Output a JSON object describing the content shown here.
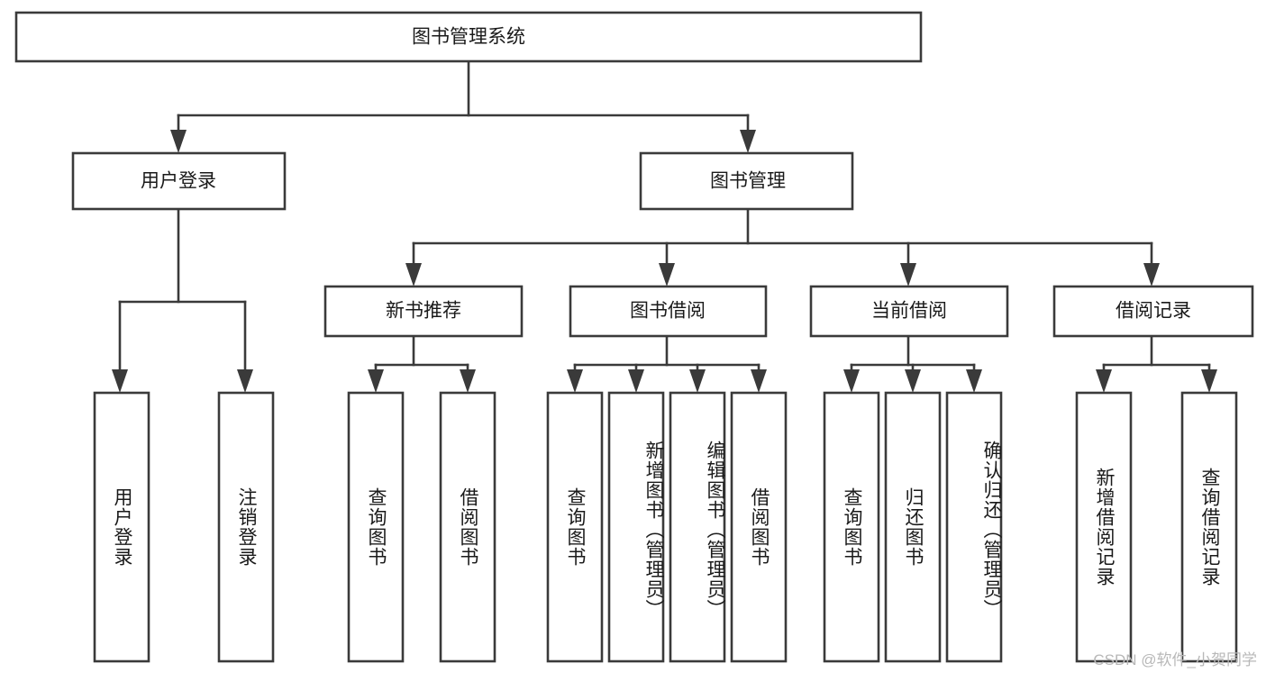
{
  "diagram": {
    "type": "tree",
    "title": "图书管理系统",
    "watermark": "CSDN @软件_小贺同学",
    "root": {
      "id": "root",
      "label": "图书管理系统",
      "orientation": "horizontal"
    },
    "level2": [
      {
        "id": "user-login",
        "label": "用户登录",
        "orientation": "horizontal"
      },
      {
        "id": "book-manage",
        "label": "图书管理",
        "orientation": "horizontal"
      }
    ],
    "level3": [
      {
        "id": "new-book-recommend",
        "label": "新书推荐",
        "orientation": "horizontal",
        "parent": "book-manage"
      },
      {
        "id": "book-borrow",
        "label": "图书借阅",
        "orientation": "horizontal",
        "parent": "book-manage"
      },
      {
        "id": "current-borrow",
        "label": "当前借阅",
        "orientation": "horizontal",
        "parent": "book-manage"
      },
      {
        "id": "borrow-record",
        "label": "借阅记录",
        "orientation": "horizontal",
        "parent": "book-manage"
      }
    ],
    "leaves": [
      {
        "id": "leaf-user-login",
        "label": "用户登录",
        "parent": "user-login",
        "orientation": "vertical"
      },
      {
        "id": "leaf-user-logout",
        "label": "注销登录",
        "parent": "user-login",
        "orientation": "vertical"
      },
      {
        "id": "leaf-query-book-1",
        "label": "查询图书",
        "parent": "new-book-recommend",
        "orientation": "vertical"
      },
      {
        "id": "leaf-borrow-book-1",
        "label": "借阅图书",
        "parent": "new-book-recommend",
        "orientation": "vertical"
      },
      {
        "id": "leaf-query-book-2",
        "label": "查询图书",
        "parent": "book-borrow",
        "orientation": "vertical"
      },
      {
        "id": "leaf-add-book",
        "label": "新增图书（管理员）",
        "parent": "book-borrow",
        "orientation": "vertical"
      },
      {
        "id": "leaf-edit-book",
        "label": "编辑图书（管理员）",
        "parent": "book-borrow",
        "orientation": "vertical"
      },
      {
        "id": "leaf-borrow-book-2",
        "label": "借阅图书",
        "parent": "book-borrow",
        "orientation": "vertical"
      },
      {
        "id": "leaf-query-book-3",
        "label": "查询图书",
        "parent": "current-borrow",
        "orientation": "vertical"
      },
      {
        "id": "leaf-return-book",
        "label": "归还图书",
        "parent": "current-borrow",
        "orientation": "vertical"
      },
      {
        "id": "leaf-confirm-return",
        "label": "确认归还（管理员）",
        "parent": "current-borrow",
        "orientation": "vertical"
      },
      {
        "id": "leaf-add-record",
        "label": "新增借阅记录",
        "parent": "borrow-record",
        "orientation": "vertical"
      },
      {
        "id": "leaf-query-record",
        "label": "查询借阅记录",
        "parent": "borrow-record",
        "orientation": "vertical"
      }
    ],
    "colors": {
      "stroke": "#3a3a3a",
      "fill": "#ffffff",
      "text": "#1a1a1a",
      "watermark": "#b8b8b8"
    }
  }
}
